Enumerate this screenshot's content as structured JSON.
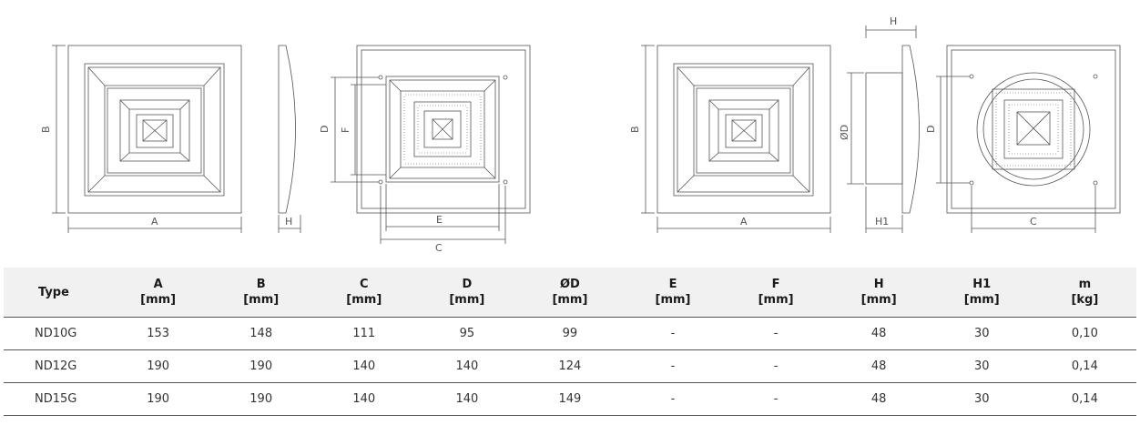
{
  "drawing_labels": {
    "fig1_width": "A",
    "fig1_height": "B",
    "fig2_depth": "H",
    "fig3_D": "D",
    "fig3_F": "F",
    "fig3_E": "E",
    "fig3_C": "C",
    "fig4_width": "A",
    "fig4_height": "B",
    "fig5_top": "H",
    "fig5_diam": "ØD",
    "fig5_bottom": "H1",
    "fig6_D": "D",
    "fig6_C": "C"
  },
  "table": {
    "type_header": "Type",
    "columns": [
      {
        "name": "A",
        "unit": "[mm]"
      },
      {
        "name": "B",
        "unit": "[mm]"
      },
      {
        "name": "C",
        "unit": "[mm]"
      },
      {
        "name": "D",
        "unit": "[mm]"
      },
      {
        "name": "ØD",
        "unit": "[mm]"
      },
      {
        "name": "E",
        "unit": "[mm]"
      },
      {
        "name": "F",
        "unit": "[mm]"
      },
      {
        "name": "H",
        "unit": "[mm]"
      },
      {
        "name": "H1",
        "unit": "[mm]"
      },
      {
        "name": "m",
        "unit": "[kg]"
      }
    ],
    "rows": [
      {
        "type": "ND10G",
        "values": [
          "153",
          "148",
          "111",
          "95",
          "99",
          "-",
          "-",
          "48",
          "30",
          "0,10"
        ]
      },
      {
        "type": "ND12G",
        "values": [
          "190",
          "190",
          "140",
          "140",
          "124",
          "-",
          "-",
          "48",
          "30",
          "0,14"
        ]
      },
      {
        "type": "ND15G",
        "values": [
          "190",
          "190",
          "140",
          "140",
          "149",
          "-",
          "-",
          "48",
          "30",
          "0,14"
        ]
      }
    ]
  },
  "colors": {
    "line": "#555555",
    "header_bg": "#f1f1f1",
    "text": "#222222"
  }
}
